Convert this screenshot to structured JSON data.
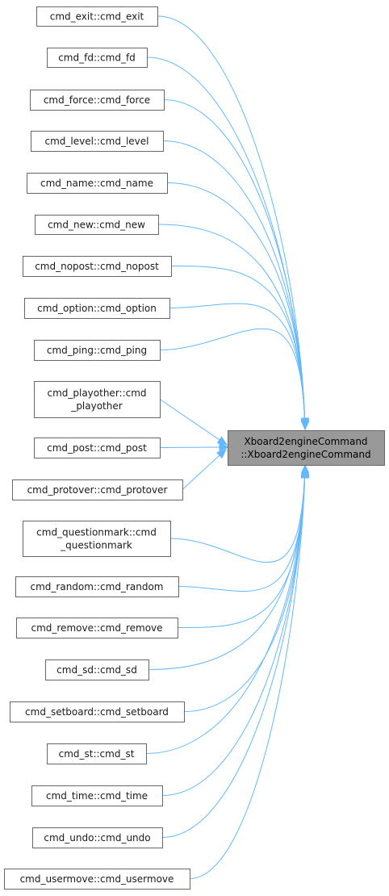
{
  "target": {
    "lines": [
      "Xboard2engineCommand",
      "::Xboard2engineCommand"
    ]
  },
  "callers": [
    {
      "lines": [
        "cmd_exit::cmd_exit"
      ]
    },
    {
      "lines": [
        "cmd_fd::cmd_fd"
      ]
    },
    {
      "lines": [
        "cmd_force::cmd_force"
      ]
    },
    {
      "lines": [
        "cmd_level::cmd_level"
      ]
    },
    {
      "lines": [
        "cmd_name::cmd_name"
      ]
    },
    {
      "lines": [
        "cmd_new::cmd_new"
      ]
    },
    {
      "lines": [
        "cmd_nopost::cmd_nopost"
      ]
    },
    {
      "lines": [
        "cmd_option::cmd_option"
      ]
    },
    {
      "lines": [
        "cmd_ping::cmd_ping"
      ]
    },
    {
      "lines": [
        "cmd_playother::cmd",
        "_playother"
      ]
    },
    {
      "lines": [
        "cmd_post::cmd_post"
      ]
    },
    {
      "lines": [
        "cmd_protover::cmd_protover"
      ]
    },
    {
      "lines": [
        "cmd_questionmark::cmd",
        "_questionmark"
      ]
    },
    {
      "lines": [
        "cmd_random::cmd_random"
      ]
    },
    {
      "lines": [
        "cmd_remove::cmd_remove"
      ]
    },
    {
      "lines": [
        "cmd_sd::cmd_sd"
      ]
    },
    {
      "lines": [
        "cmd_setboard::cmd_setboard"
      ]
    },
    {
      "lines": [
        "cmd_st::cmd_st"
      ]
    },
    {
      "lines": [
        "cmd_time::cmd_time"
      ]
    },
    {
      "lines": [
        "cmd_undo::cmd_undo"
      ]
    },
    {
      "lines": [
        "cmd_usermove::cmd_usermove"
      ]
    }
  ],
  "colors": {
    "edge": "#63b8ff",
    "node_border": "#666666",
    "node_fill": "#ffffff",
    "target_fill": "#999999"
  }
}
